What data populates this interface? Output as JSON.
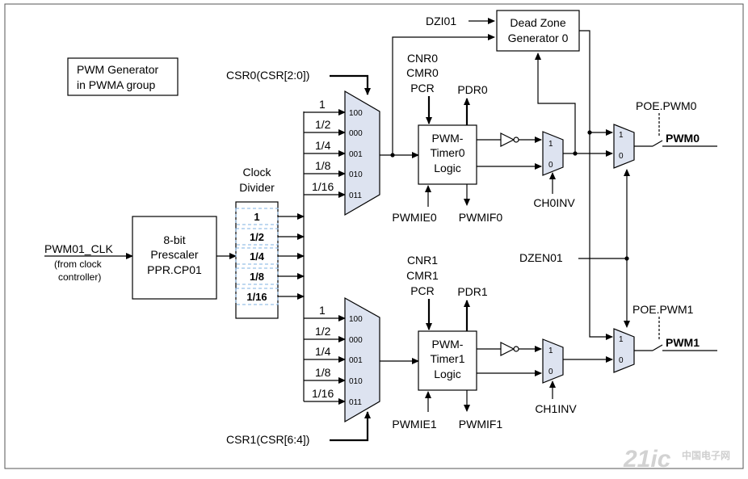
{
  "title_box": {
    "line1": "PWM Generator",
    "line2": "in PWMA group"
  },
  "inputs": {
    "clk": "PWM01_CLK",
    "clk_note1": "(from clock",
    "clk_note2": "controller)",
    "csr0": "CSR0(CSR[2:0])",
    "csr1": "CSR1(CSR[6:4])",
    "dzi": "DZI01",
    "dzen": "DZEN01"
  },
  "prescaler": {
    "line1": "8-bit",
    "line2": "Prescaler",
    "line3": "PPR.CP01"
  },
  "divider": {
    "title1": "Clock",
    "title2": "Divider",
    "ratios": [
      "1",
      "1/2",
      "1/4",
      "1/8",
      "1/16"
    ]
  },
  "mux_inputs": [
    "1",
    "1/2",
    "1/4",
    "1/8",
    "1/16"
  ],
  "mux_codes": [
    "100",
    "000",
    "001",
    "010",
    "011"
  ],
  "timer0": {
    "regs1": "CNR0",
    "regs2": "CMR0",
    "regs3": "PCR",
    "pdr": "PDR0",
    "line1": "PWM-",
    "line2": "Timer0",
    "line3": "Logic",
    "ie": "PWMIE0",
    "if": "PWMIF0",
    "inv": "CH0INV"
  },
  "timer1": {
    "regs1": "CNR1",
    "regs2": "CMR1",
    "regs3": "PCR",
    "pdr": "PDR1",
    "line1": "PWM-",
    "line2": "Timer1",
    "line3": "Logic",
    "ie": "PWMIE1",
    "if": "PWMIF1",
    "inv": "CH1INV"
  },
  "deadzone": {
    "line1": "Dead Zone",
    "line2": "Generator 0"
  },
  "small_mux": {
    "one": "1",
    "zero": "0"
  },
  "outputs": {
    "poe0": "POE.PWM0",
    "poe1": "POE.PWM1",
    "pwm0": "PWM0",
    "pwm1": "PWM1"
  },
  "watermark": {
    "main": "21ic",
    "sub": "中国电子网"
  }
}
